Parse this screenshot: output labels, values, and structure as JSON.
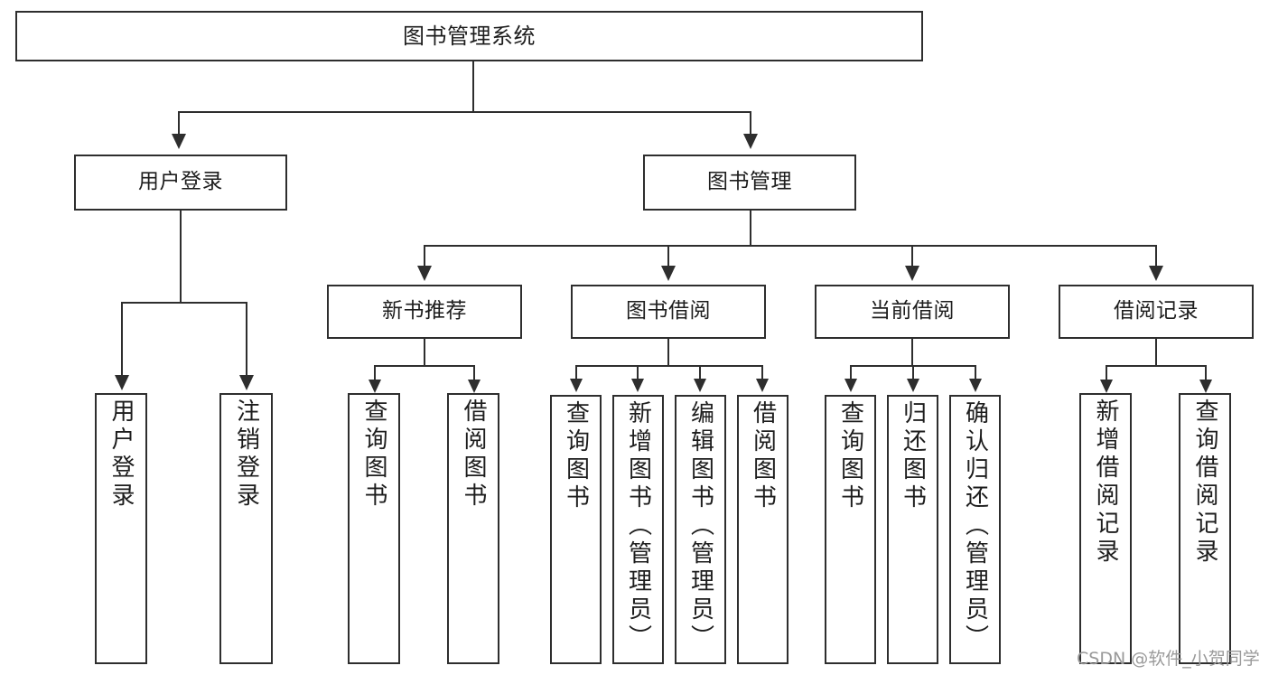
{
  "diagram": {
    "title": "图书管理系统",
    "root": {
      "label": "图书管理系统"
    },
    "level2": [
      {
        "label": "用户登录"
      },
      {
        "label": "图书管理"
      }
    ],
    "level3": [
      {
        "label": "新书推荐"
      },
      {
        "label": "图书借阅"
      },
      {
        "label": "当前借阅"
      },
      {
        "label": "借阅记录"
      }
    ],
    "leaves": {
      "user_login": [
        {
          "label": "用户登录"
        },
        {
          "label": "注销登录"
        }
      ],
      "new_book_recommend": [
        {
          "label": "查询图书"
        },
        {
          "label": "借阅图书"
        }
      ],
      "book_borrow": [
        {
          "label": "查询图书"
        },
        {
          "label": "新增图书（管理员）"
        },
        {
          "label": "编辑图书（管理员）"
        },
        {
          "label": "借阅图书"
        }
      ],
      "current_borrow": [
        {
          "label": "查询图书"
        },
        {
          "label": "归还图书"
        },
        {
          "label": "确认归还（管理员）"
        }
      ],
      "borrow_record": [
        {
          "label": "新增借阅记录"
        },
        {
          "label": "查询借阅记录"
        }
      ]
    }
  },
  "watermark": {
    "text": "CSDN @软件_小贺同学"
  },
  "colors": {
    "stroke": "#2e2e2e",
    "background": "#ffffff",
    "text": "#1d1d1d",
    "watermark": "#9a9a9a"
  }
}
